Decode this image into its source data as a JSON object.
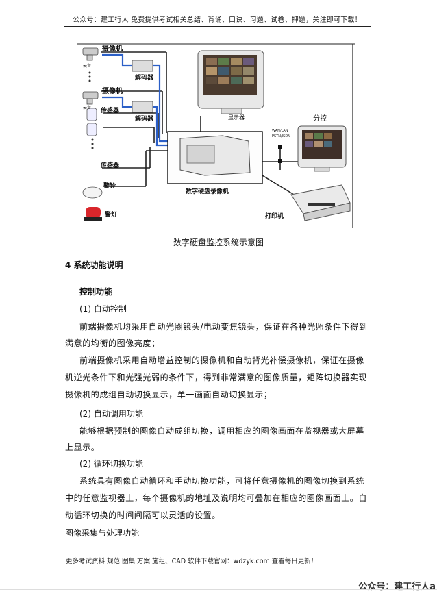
{
  "header": {
    "text": "公众号：建工行人 免费提供考试相关总结、背诵、口诀、习题、试卷、押题，关注即可下载！"
  },
  "diagram": {
    "labels": {
      "camera1": "摄像机",
      "pan1": "云台",
      "decoder1": "解码器",
      "camera2": "摄像机",
      "pan2": "云台",
      "decoder2": "解码器",
      "sensor1": "传感器",
      "sensor2": "传感器",
      "bell": "警铃",
      "lamp": "警灯",
      "monitor": "显示器",
      "network": "WAN/LAN",
      "pstn": "PSTN/ISDN",
      "sub_control": "分控",
      "dvr": "数字硬盘录像机",
      "printer": "打印机"
    }
  },
  "caption": "数字硬盘监控系统示意图",
  "section_title": "4 系统功能说明",
  "subsection_control": "控制功能",
  "item1": "(1) 自动控制",
  "para1_l1": "前端摄像机均采用自动光圈镜头/电动变焦镜头，保证在各种光照条件下得到",
  "para1_l2": "满意的均衡的图像亮度；",
  "para2_l1": "前端摄像机采用自动增益控制的摄像机和自动背光补偿摄像机，保证在摄像",
  "para2_l2": "机逆光条件下和光强光弱的条件下，得到非常满意的图像质量，矩阵切换器实现",
  "para2_l3": "摄像机的成组自动切换显示，单一画面自动切换显示；",
  "item2": "(2)  自动调用功能",
  "para3_l1": "能够根据预制的图像自动成组切换，调用相应的图像画面在监视器或大屏幕",
  "para3_l2": "上显示。",
  "item3": "(2) 循环切换功能",
  "para4_l1": "系统具有图像自动循环和手动切换功能，可将任意摄像机的图像切换到系统",
  "para4_l2": "中的任意监视器上，每个摄像机的地址及说明均可叠加在相应的图像画面上。自",
  "para4_l3": "动循环切换的时间间隔可以灵活的设置。",
  "subsection_image": "图像采集与处理功能",
  "footer": "更多考试资料 规范 图集 方案 施组、CAD 软件下载官网：wdzyk.com 查看每日更新！",
  "watermark": "公众号：建工行人a"
}
